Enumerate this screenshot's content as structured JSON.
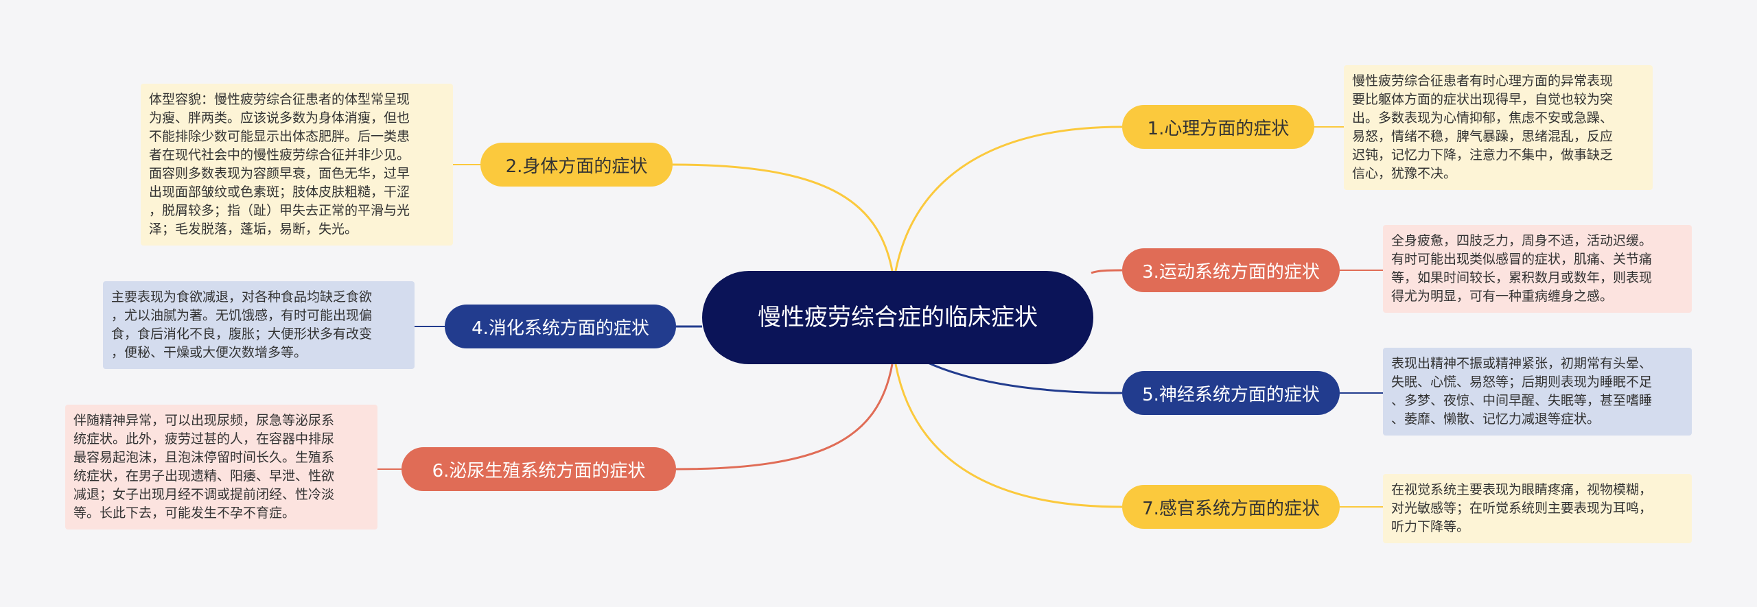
{
  "diagram": {
    "root": "慢性疲劳综合症的临床症状",
    "branches": [
      {
        "id": "b1",
        "label": "1.心理方面的症状",
        "note": "慢性疲劳综合征患者有时心理方面的异常表现\n要比躯体方面的症状出现得早，自觉也较为突\n出。多数表现为心情抑郁，焦虑不安或急躁、\n易怒，情绪不稳，脾气暴躁，思绪混乱，反应\n迟钝，记忆力下降，注意力不集中，做事缺乏\n信心，犹豫不决。"
      },
      {
        "id": "b2",
        "label": "2.身体方面的症状",
        "note": "体型容貌：慢性疲劳综合征患者的体型常呈现\n为瘦、胖两类。应该说多数为身体消瘦，但也\n不能排除少数可能显示出体态肥胖。后一类患\n者在现代社会中的慢性疲劳综合征并非少见。\n面容则多数表现为容颜早衰，面色无华，过早\n出现面部皱纹或色素斑；肢体皮肤粗糙，干涩\n，脱屑较多；指（趾）甲失去正常的平滑与光\n泽；毛发脱落，蓬垢，易断，失光。"
      },
      {
        "id": "b3",
        "label": "3.运动系统方面的症状",
        "note": "全身疲惫，四肢乏力，周身不适，活动迟缓。\n有时可能出现类似感冒的症状，肌痛、关节痛\n等，如果时间较长，累积数月或数年，则表现\n得尤为明显，可有一种重病缠身之感。"
      },
      {
        "id": "b4",
        "label": "4.消化系统方面的症状",
        "note": "主要表现为食欲减退，对各种食品均缺乏食欲\n，尤以油腻为著。无饥饿感，有时可能出现偏\n食，食后消化不良，腹胀；大便形状多有改变\n，便秘、干燥或大便次数增多等。"
      },
      {
        "id": "b5",
        "label": "5.神经系统方面的症状",
        "note": "表现出精神不振或精神紧张，初期常有头晕、\n失眠、心慌、易怒等；后期则表现为睡眠不足\n、多梦、夜惊、中间早醒、失眠等，甚至嗜睡\n、萎靡、懒散、记忆力减退等症状。"
      },
      {
        "id": "b6",
        "label": "6.泌尿生殖系统方面的症状",
        "note": "伴随精神异常，可以出现尿频，尿急等泌尿系\n统症状。此外，疲劳过甚的人，在容器中排尿\n最容易起泡沫，且泡沫停留时间长久。生殖系\n统症状，在男子出现遗精、阳痿、早泄、性欲\n减退；女子出现月经不调或提前闭经、性冷淡\n等。长此下去，可能发生不孕不育症。"
      },
      {
        "id": "b7",
        "label": "7.感官系统方面的症状",
        "note": "在视觉系统主要表现为眼睛疼痛，视物模糊，\n对光敏感等；在听觉系统则主要表现为耳鸣，\n听力下降等。"
      }
    ]
  },
  "colors": {
    "root": "#0b1458",
    "yellow": "#fbc93d",
    "red": "#e06c56",
    "navy": "#223c8e",
    "note_yellow": "#fdf4d6",
    "note_red": "#fce3df",
    "note_blue": "#d4dcee"
  }
}
